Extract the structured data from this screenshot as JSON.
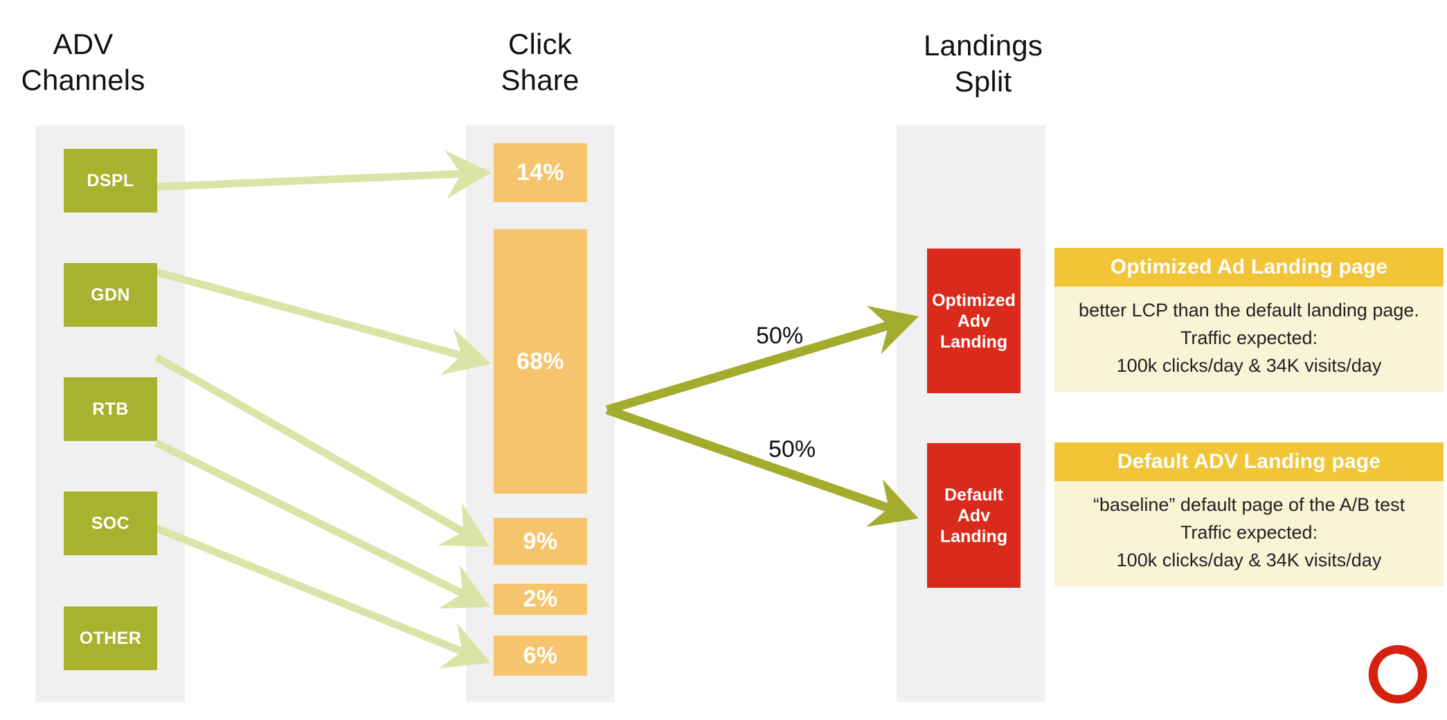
{
  "colors": {
    "green": "#a9b22f",
    "light_green": "#dbe3a6",
    "orange": "#f6c46d",
    "red": "#da2a1c",
    "card_header": "#f2c438",
    "card_body": "#fbf3d6",
    "column_bg": "#f0f0f0",
    "text": "#111111",
    "logo_red": "#d8200f"
  },
  "columns": [
    {
      "title": "ADV\nChannels"
    },
    {
      "title": "Click\nShare"
    },
    {
      "title": "Landings\nSplit"
    }
  ],
  "adv_channels": [
    {
      "label": "DSPL"
    },
    {
      "label": "GDN"
    },
    {
      "label": "RTB"
    },
    {
      "label": "SOC"
    },
    {
      "label": "OTHER"
    }
  ],
  "click_share": [
    {
      "label": "14%",
      "value": 14
    },
    {
      "label": "68%",
      "value": 68
    },
    {
      "label": "9%",
      "value": 9
    },
    {
      "label": "2%",
      "value": 2
    },
    {
      "label": "6%",
      "value": 6
    }
  ],
  "landings": [
    {
      "label": "Optimized\nAdv\nLanding"
    },
    {
      "label": "Default\nAdv\nLanding"
    }
  ],
  "split_labels": [
    {
      "label": "50%"
    },
    {
      "label": "50%"
    }
  ],
  "info_cards": [
    {
      "header": "Optimized Ad Landing page",
      "body": "better LCP than the default landing page.\nTraffic expected:\n100k clicks/day  & 34K visits/day"
    },
    {
      "header": "Default ADV Landing page",
      "body": "“baseline” default page of the A/B test\nTraffic expected:\n100k clicks/day  & 34K visits/day"
    }
  ],
  "logo": {
    "name": "vodafone-logo"
  }
}
